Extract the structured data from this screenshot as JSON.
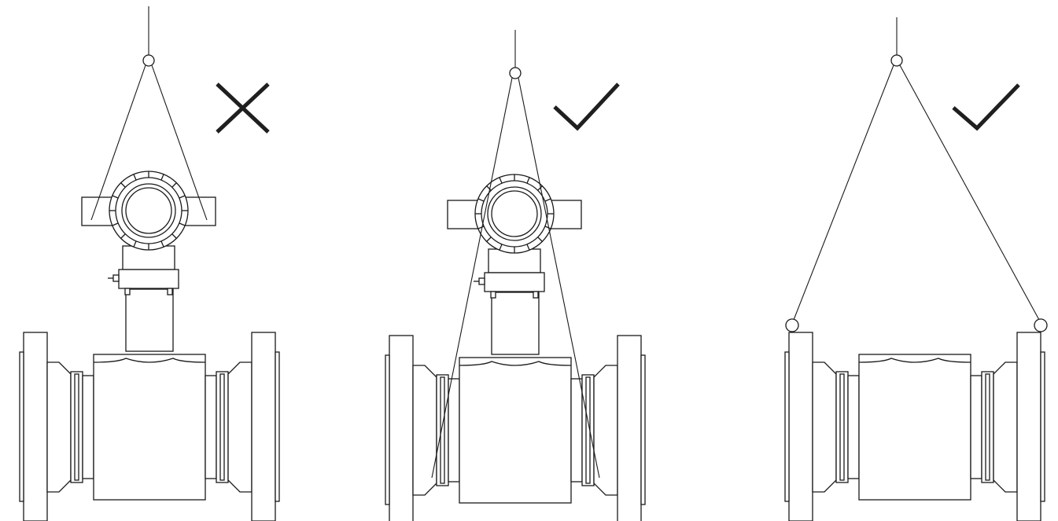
{
  "panels": [
    {
      "id": "panel-1",
      "mark": "cross",
      "mark_color": "#1f1f1f",
      "has_transmitter": true,
      "sling_attachment": "transmitter-housing"
    },
    {
      "id": "panel-2",
      "mark": "check",
      "mark_color": "#1f1f1f",
      "has_transmitter": true,
      "sling_attachment": "meter-body"
    },
    {
      "id": "panel-3",
      "mark": "check",
      "mark_color": "#1f1f1f",
      "has_transmitter": false,
      "sling_attachment": "flanges"
    }
  ],
  "colors": {
    "line": "#1a1a1a",
    "background": "#ffffff"
  }
}
